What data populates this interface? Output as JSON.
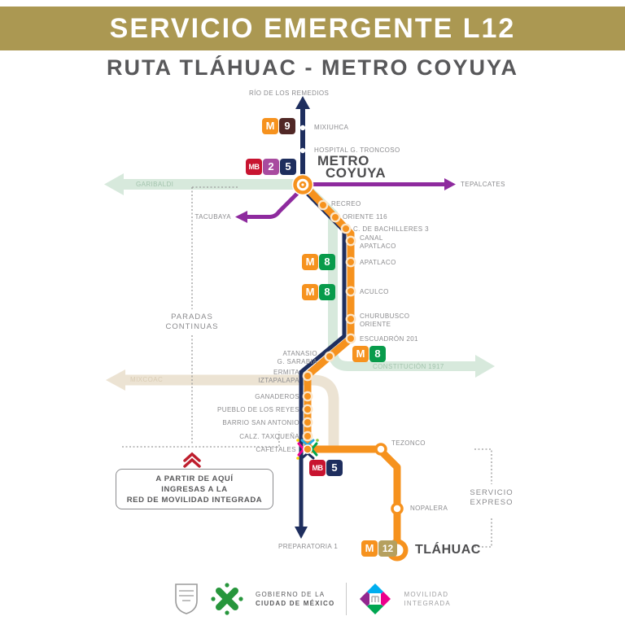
{
  "header": {
    "banner_title": "SERVICIO EMERGENTE L12",
    "route_title": "RUTA TLÁHUAC - METRO COYUYA"
  },
  "colors": {
    "banner_gold": "#AB9852",
    "route_orange": "#F6921E",
    "route_navy": "#1E2E5E",
    "metrobus2_purple": "#8E2A9E",
    "line8_green": "#089B4B",
    "line9_brown": "#512826",
    "line12_gold": "#B5A05F",
    "metrobus_red": "#C81430",
    "pale_green_line": "#D7E9DC",
    "beige_line": "#ECE3D3",
    "label_gray": "#8B8B8E",
    "dark_label": "#4D4D4F",
    "accent_red": "#BE1E2D"
  },
  "directions": {
    "rio_de_los_remedios": "RÍO DE LOS REMEDIOS",
    "garibaldi": "GARIBALDI",
    "tepalcates": "TEPALCATES",
    "tacubaya": "TACUBAYA",
    "mixcoac": "MIXCOAC",
    "constitucion_1917": "CONSTITUCIÓN 1917",
    "preparatoria_1": "PREPARATORIA 1"
  },
  "stations": {
    "mixiuhca": "MIXIUHCA",
    "hospital_g_troncoso": "HOSPITAL G. TRONCOSO",
    "metro_coyuya": {
      "line1": "METRO",
      "line2": "COYUYA"
    },
    "recreo": "RECREO",
    "oriente_116": "ORIENTE 116",
    "c_de_bachilleres_3": "C. DE BACHILLERES 3",
    "canal_apatlaco": {
      "line1": "CANAL",
      "line2": "APATLACO"
    },
    "apatlaco": "APATLACO",
    "aculco": "ACULCO",
    "churubusco_oriente": {
      "line1": "CHURUBUSCO",
      "line2": "ORIENTE"
    },
    "escuadron_201": "ESCUADRÓN 201",
    "atanasio_g_sarabia": {
      "line1": "ATANASIO",
      "line2": "G. SARABIA"
    },
    "ermita_iztapalapa": {
      "line1": "ERMITA",
      "line2": "IZTAPALAPA"
    },
    "ganaderos": "GANADEROS",
    "pueblo_de_los_reyes": "PUEBLO DE LOS REYES",
    "barrio_san_antonio": "BARRIO SAN ANTONIO",
    "calz_taxquena": "CALZ. TAXQUEÑA",
    "cafetales": "CAFETALES",
    "tezonco": "TEZONCO",
    "nopalera": "NOPALERA",
    "tlahuac": "TLÁHUAC"
  },
  "badges": {
    "metro_m": "M",
    "metrobus": "MB",
    "line_2": "2",
    "line_5": "5",
    "line_8": "8",
    "line_9": "9",
    "line_12": "12"
  },
  "annotations": {
    "paradas": {
      "line1": "PARADAS",
      "line2": "CONTINUAS"
    },
    "servicio_expreso": {
      "line1": "SERVICIO",
      "line2": "EXPRESO"
    },
    "callout": {
      "line1": "A PARTIR DE AQUÍ",
      "line2": "INGRESAS A LA",
      "line3": "RED DE MOVILIDAD INTEGRADA"
    }
  },
  "footer": {
    "gobierno": {
      "line1": "GOBIERNO DE LA",
      "line2": "CIUDAD DE MÉXICO"
    },
    "movilidad": {
      "line1": "MOVILIDAD",
      "line2": "INTEGRADA"
    }
  }
}
